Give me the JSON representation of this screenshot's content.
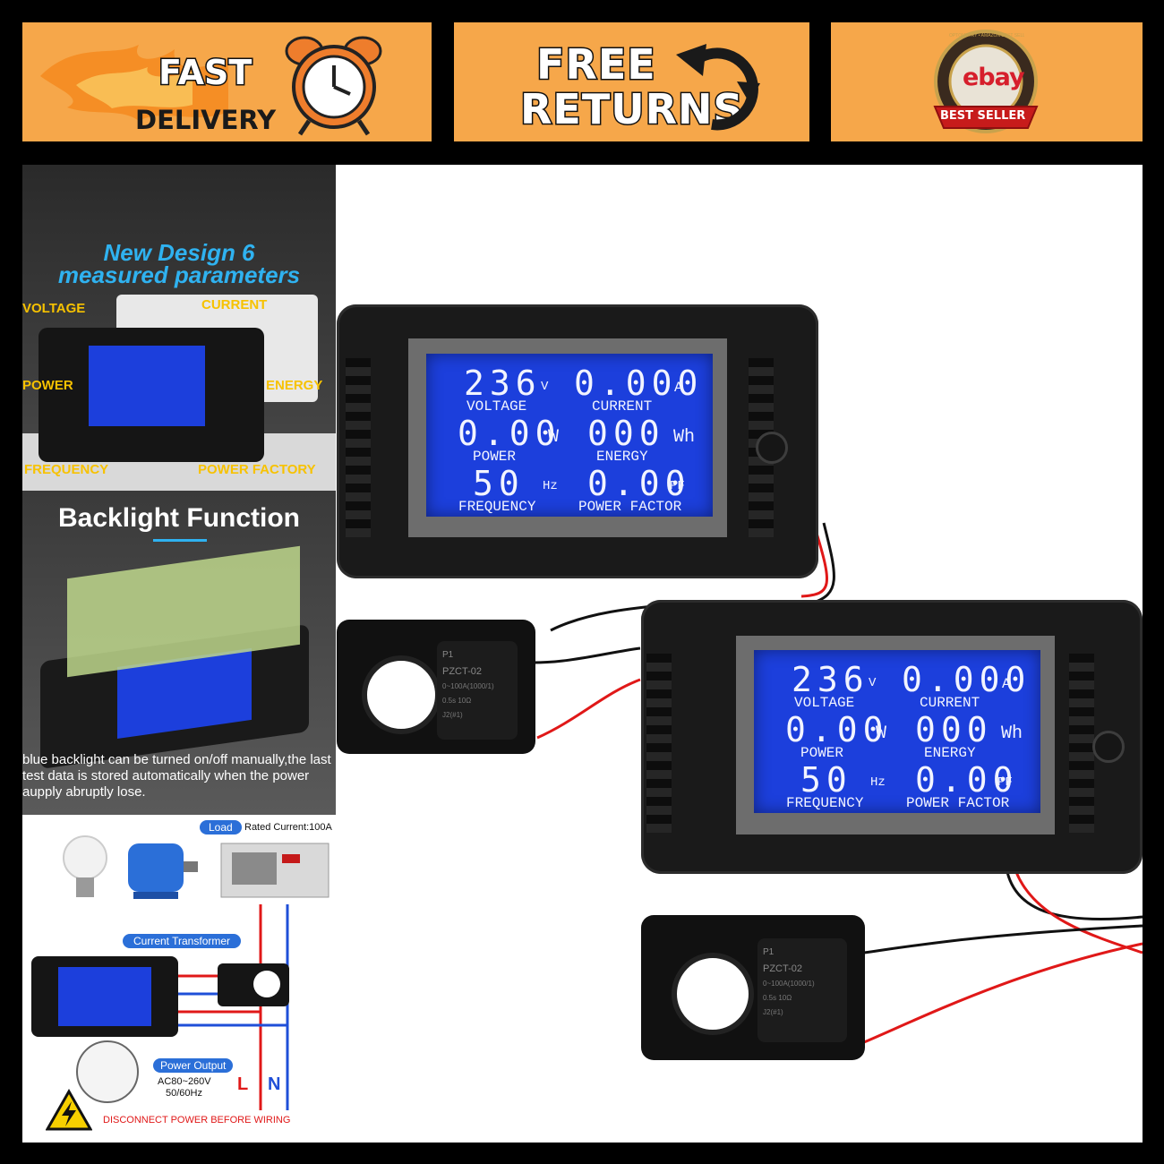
{
  "banners": {
    "fast_line1": "FAST",
    "fast_line2": "DELIVERY",
    "free_line1": "FREE",
    "free_line2": "RETURNS",
    "ebay_logo": "ebay",
    "ebay_ribbon": "BEST SELLER",
    "ebay_ring": "OPTOMETRY • AMAZON BEST SELLER • KINDLE"
  },
  "left_panel": {
    "heading_line1": "New Design 6",
    "heading_line2": "measured parameters",
    "callouts": [
      "VOLTAGE",
      "CURRENT",
      "POWER",
      "ENERGY",
      "FREQUENCY",
      "POWER FACTORY"
    ],
    "backlight_title": "Backlight Function",
    "backlight_desc": "blue backlight can be turned on/off manually,the last test data is stored automatically when the power aupply abruptly lose.",
    "load_tag": "Load",
    "rated_current": "Rated Current:100A",
    "ct_tag": "Current Transformer",
    "power_output_tag": "Power Output",
    "ac_range": "AC80~260V",
    "ac_freq": "50/60Hz",
    "line_l": "L",
    "line_n": "N",
    "warning": "DISCONNECT POWER BEFORE WIRING"
  },
  "meter": {
    "voltage_value": "236",
    "voltage_unit": "V",
    "voltage_label": "VOLTAGE",
    "current_value": "0.000",
    "current_unit": "A",
    "current_label": "CURRENT",
    "power_value": "0.00",
    "power_unit": "W",
    "power_label": "POWER",
    "energy_value": "000",
    "energy_unit": "Wh",
    "energy_label": "ENERGY",
    "freq_value": "50",
    "freq_unit": "Hz",
    "freq_label": "FREQUENCY",
    "pf_value": "0.00",
    "pf_unit": "PF",
    "pf_label": "POWER FACTOR"
  },
  "ct_sensor": {
    "line1": "P1",
    "line2": "PZCT-02",
    "line3": "0~100A(1000/1)",
    "line4": "0.5s   10Ω",
    "line5": "J2(#1)"
  },
  "colors": {
    "banner": "#f6a74a",
    "lcd_blue": "#1c3fdc",
    "meter_body": "#1a1a1a",
    "wire_red": "#e01818"
  }
}
